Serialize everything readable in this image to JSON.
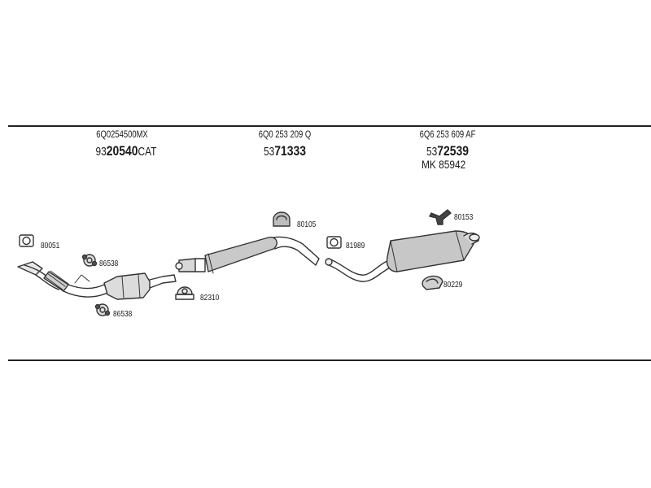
{
  "groups": [
    {
      "oe": "6Q0254500MX",
      "part_prefix": "93",
      "part_main": "20540",
      "part_suffix": "CAT"
    },
    {
      "oe": "6Q0 253 209 Q",
      "part_prefix": "53",
      "part_main": "71333",
      "part_suffix": ""
    },
    {
      "oe": "6Q6 253 609 AF",
      "part_prefix": "53",
      "part_main": "72539",
      "part_suffix": ""
    }
  ],
  "mk_label": "MK  85942",
  "components": {
    "c80051": "80051",
    "c86538a": "86538",
    "c86538b": "86538",
    "c82310": "82310",
    "c80105": "80105",
    "c81989": "81989",
    "c80153": "80153",
    "c80229": "80229"
  }
}
